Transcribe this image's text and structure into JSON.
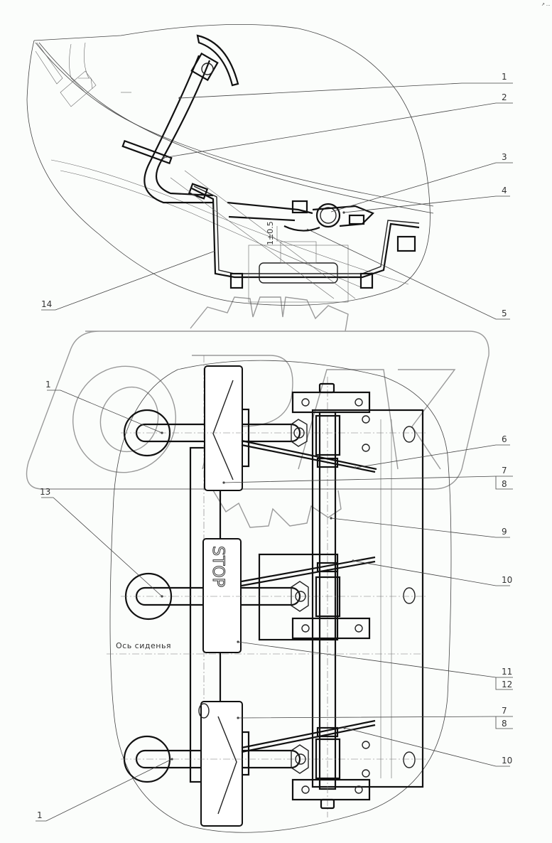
{
  "drawing": {
    "title": "Pedal assembly (brake / clutch pedals) technical drawing",
    "corner_mark": "↗ ...",
    "dimension_label": "1±0.5",
    "seat_axis_label": "Ось сиденья",
    "pedal_text": "STOP",
    "callouts": {
      "c1_top": "1",
      "c2": "2",
      "c3": "3",
      "c4": "4",
      "c5": "5",
      "c14": "14",
      "c1_mid": "1",
      "c6": "6",
      "c7_a": "7",
      "c8_a": "8",
      "c9": "9",
      "c13": "13",
      "c10_a": "10",
      "c11": "11",
      "c12": "12",
      "c7_b": "7",
      "c8_b": "8",
      "c10_b": "10",
      "c1_bot": "1"
    },
    "watermark": "gear-logo"
  }
}
